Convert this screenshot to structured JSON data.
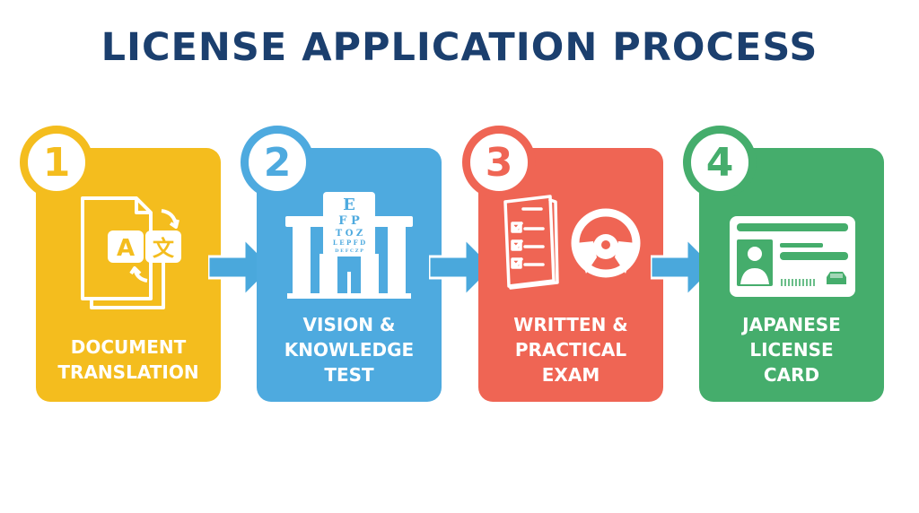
{
  "title": "LICENSE APPLICATION PROCESS",
  "colors": {
    "title": "#1b3f6e",
    "step1": "#f4bd1e",
    "step2": "#4eaadf",
    "step3": "#ef6554",
    "step4": "#45ad6c",
    "arrow": "#4aa8dc"
  },
  "steps": [
    {
      "number": "1",
      "lines": [
        "DOCUMENT",
        "TRANSLATION"
      ],
      "icon": "document-translation-icon"
    },
    {
      "number": "2",
      "lines": [
        "VISION &",
        "KNOWLEDGE",
        "TEST"
      ],
      "icon": "eye-chart-icon",
      "chart_rows": [
        "E",
        "F P",
        "T O Z",
        "L E P F D",
        "D E F C Z P"
      ]
    },
    {
      "number": "3",
      "lines": [
        "WRITTEN &",
        "PRACTICAL",
        "EXAM"
      ],
      "icon": "checklist-steering-wheel-icon"
    },
    {
      "number": "4",
      "lines": [
        "JAPANESE",
        "LICENSE",
        "CARD"
      ],
      "icon": "license-card-icon"
    }
  ],
  "translate_glyphs": {
    "latin": "A",
    "kanji": "文"
  }
}
